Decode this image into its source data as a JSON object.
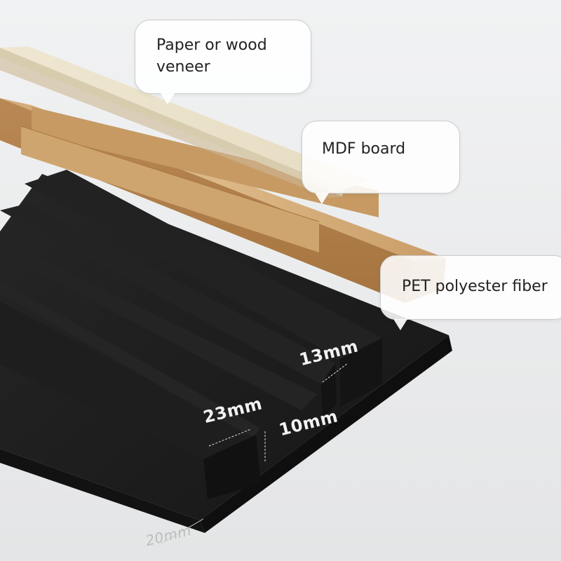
{
  "image": {
    "background_color": "#ecedee",
    "felt_color": "#1d1d1d",
    "wood_color": "#caa070",
    "veneer_color": "#ece3cc"
  },
  "callouts": {
    "veneer": {
      "line1": "Paper or wood",
      "line2": "veneer"
    },
    "mdf": {
      "line1": "MDF board"
    },
    "pet": {
      "line1": "PET polyester fiber"
    }
  },
  "dimensions": {
    "slat_height": "13mm",
    "slat_width": "23mm",
    "gap": "10mm",
    "base": "20mm"
  }
}
